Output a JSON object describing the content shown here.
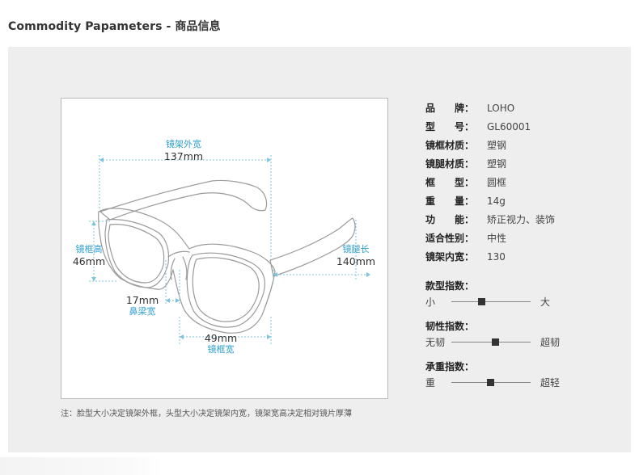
{
  "header": {
    "title": "Commodity Papameters - 商品信息"
  },
  "dimensions": {
    "total_width": {
      "label": "镜架外宽",
      "value": "137mm"
    },
    "frame_height": {
      "label": "镜框高",
      "value": "46mm"
    },
    "temple_length": {
      "label": "镜腿长",
      "value": "140mm"
    },
    "bridge_width": {
      "label": "鼻梁宽",
      "value": "17mm"
    },
    "lens_width": {
      "label": "镜框宽",
      "value": "49mm"
    }
  },
  "note": "注：脸型大小决定镜架外框，头型大小决定镜架内宽，镜架宽高决定相对镜片厚薄",
  "specs": [
    {
      "label": "品　　牌：",
      "value": "LOHO"
    },
    {
      "label": "型　　号：",
      "value": "GL60001"
    },
    {
      "label": "镜框材质：",
      "value": "塑钢"
    },
    {
      "label": "镜腿材质：",
      "value": "塑钢"
    },
    {
      "label": "框　　型：",
      "value": "圆框"
    },
    {
      "label": "重　　量：",
      "value": "14g"
    },
    {
      "label": "功　　能：",
      "value": "矫正视力、装饰"
    },
    {
      "label": "适合性别：",
      "value": "中性"
    },
    {
      "label": "镜架内宽：",
      "value": "130"
    }
  ],
  "gauges": [
    {
      "title": "款型指数：",
      "min": "小",
      "max": "大",
      "level": 0.38
    },
    {
      "title": "韧性指数：",
      "min": "无韧",
      "max": "超韧",
      "level": 0.55
    },
    {
      "title": "承重指数：",
      "min": "重",
      "max": "超轻",
      "level": 0.49
    }
  ]
}
